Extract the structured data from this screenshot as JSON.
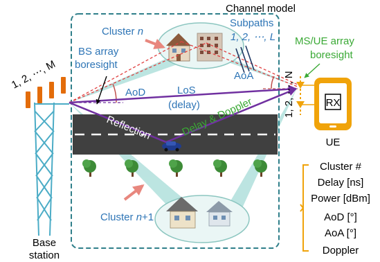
{
  "labels": {
    "channel_model": "Channel model",
    "subpaths": "Subpaths",
    "subpath_range": "1, 2, ⋯, L",
    "cluster_n_prefix": "Cluster ",
    "cluster_n_var": "n",
    "cluster_n1_prefix": "Cluster ",
    "cluster_n1_var": "n",
    "cluster_n1_suffix": "+1",
    "bs_array_line1": "BS array",
    "bs_array_line2": "boresight",
    "ue_array_line1": "MS/UE array",
    "ue_array_line2": "boresight",
    "aod": "AoD",
    "aoa": "AoA",
    "los": "LoS",
    "los_delay": "(delay)",
    "reflection": "Reflection",
    "delay_doppler": "Delay & Doppler",
    "bs_index": "1, 2, ⋯, M",
    "ue_index": "1, 2, ⋯, N",
    "rx": "RX",
    "ue": "UE",
    "base_station_line1": "Base",
    "base_station_line2": "station"
  },
  "parameters": [
    "Cluster #",
    "Delay [ns]",
    "Power [dBm]",
    "AoD [°]",
    "AoA [°]",
    "Doppler"
  ],
  "colors": {
    "box_border": "#2f7f8a",
    "cluster_label": "#2e75b6",
    "ue_boresight": "#3aa935",
    "los_arrow": "#7030a0",
    "aod_aoa": "#c0504d",
    "antenna": "#e36c0a",
    "tower": "#4bacc6",
    "road": "#404040",
    "phone": "#f0a30a",
    "beam": "#a6dcd7"
  },
  "icons": [
    "house-icon",
    "tree-icon",
    "car-icon",
    "phone-icon",
    "antenna-icon",
    "tower-icon"
  ]
}
